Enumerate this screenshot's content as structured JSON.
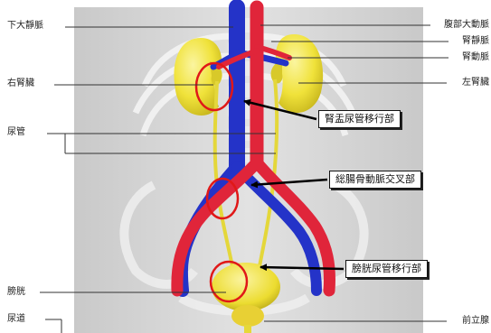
{
  "labels_left": [
    {
      "id": "ivc",
      "text": "下大靜脈"
    },
    {
      "id": "right-kidney",
      "text": "右腎臟"
    },
    {
      "id": "ureter",
      "text": "尿管"
    },
    {
      "id": "bladder",
      "text": "膀胱"
    },
    {
      "id": "urethra",
      "text": "尿道"
    }
  ],
  "labels_right": [
    {
      "id": "abdominal-aorta",
      "text": "腹部大動脈"
    },
    {
      "id": "renal-vein",
      "text": "腎靜脈"
    },
    {
      "id": "renal-artery",
      "text": "腎動脈"
    },
    {
      "id": "left-kidney",
      "text": "左腎臟"
    },
    {
      "id": "prostate",
      "text": "前立腺"
    }
  ],
  "callouts": [
    {
      "id": "upj",
      "text": "腎盂尿管移行部"
    },
    {
      "id": "iliac-crossing",
      "text": "総腸骨動脈交叉部"
    },
    {
      "id": "uvj",
      "text": "膀胱尿管移行部"
    }
  ],
  "colors": {
    "artery": "#e0253a",
    "vein": "#2433c8",
    "organ": "#f2e640",
    "highlight": "#e01818",
    "arrow": "#000000",
    "background": "#d7d7d7"
  }
}
